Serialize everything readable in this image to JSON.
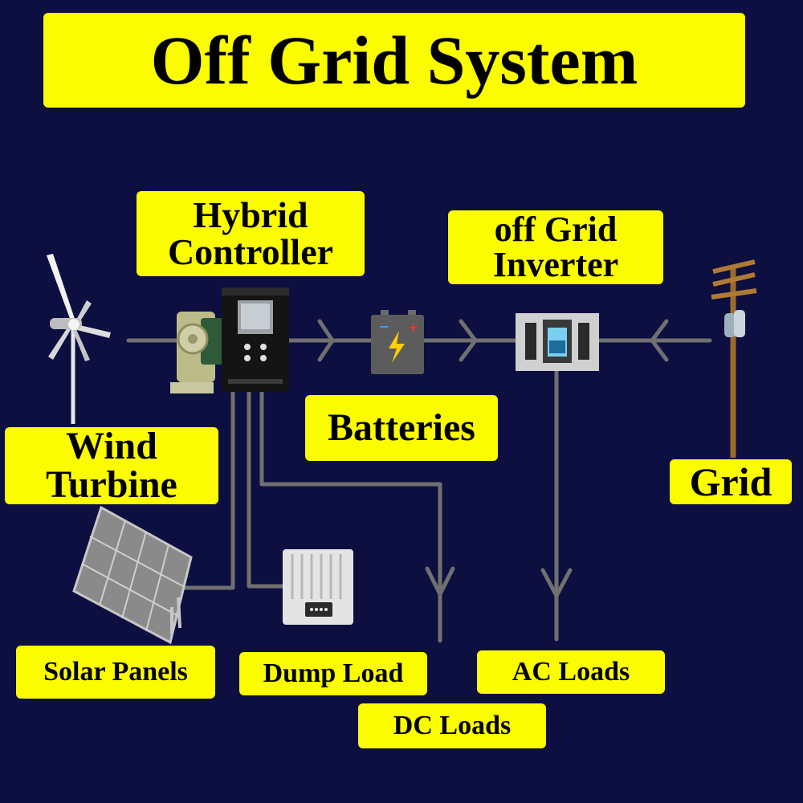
{
  "title": "Off Grid System",
  "labels": {
    "hybrid_controller": [
      "Hybrid",
      "Controller"
    ],
    "inverter": [
      "off Grid",
      "Inverter"
    ],
    "batteries": "Batteries",
    "wind_turbine": [
      "Wind",
      "Turbine"
    ],
    "grid": "Grid",
    "solar_panels": "Solar Panels",
    "dump_load": "Dump Load",
    "ac_loads": "AC Loads",
    "dc_loads": "DC Loads"
  },
  "colors": {
    "background": "#0c0f3f",
    "label_fill": "#fcfc00",
    "label_text": "#000000",
    "wire": "#707070"
  }
}
